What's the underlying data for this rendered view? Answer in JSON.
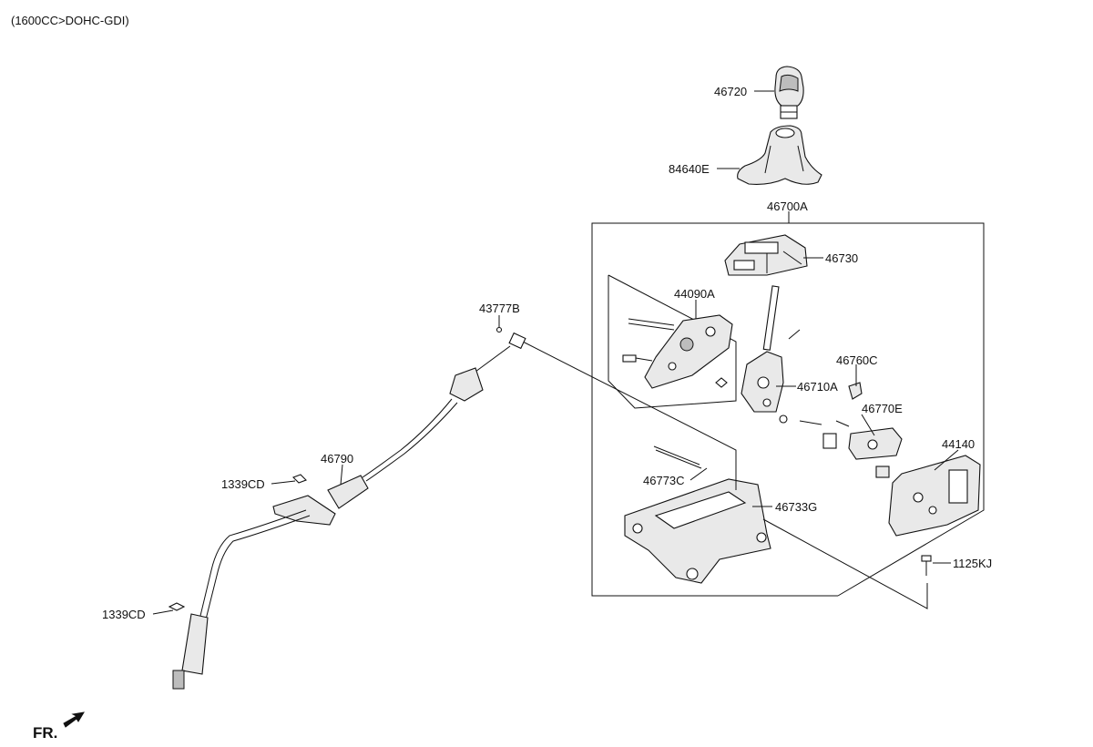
{
  "header": {
    "variant": "(1600CC>DOHC-GDI)"
  },
  "orientation": {
    "label": "FR."
  },
  "callouts": {
    "p46720": "46720",
    "p84640E": "84640E",
    "p46700A": "46700A",
    "p46730": "46730",
    "p44090A": "44090A",
    "p43777B": "43777B",
    "p46760C": "46760C",
    "p46710A": "46710A",
    "p46770E": "46770E",
    "p44140": "44140",
    "p46790": "46790",
    "p1339CD_upper": "1339CD",
    "p46773C": "46773C",
    "p46733G": "46733G",
    "p1125KJ": "1125KJ",
    "p1339CD_lower": "1339CD"
  }
}
